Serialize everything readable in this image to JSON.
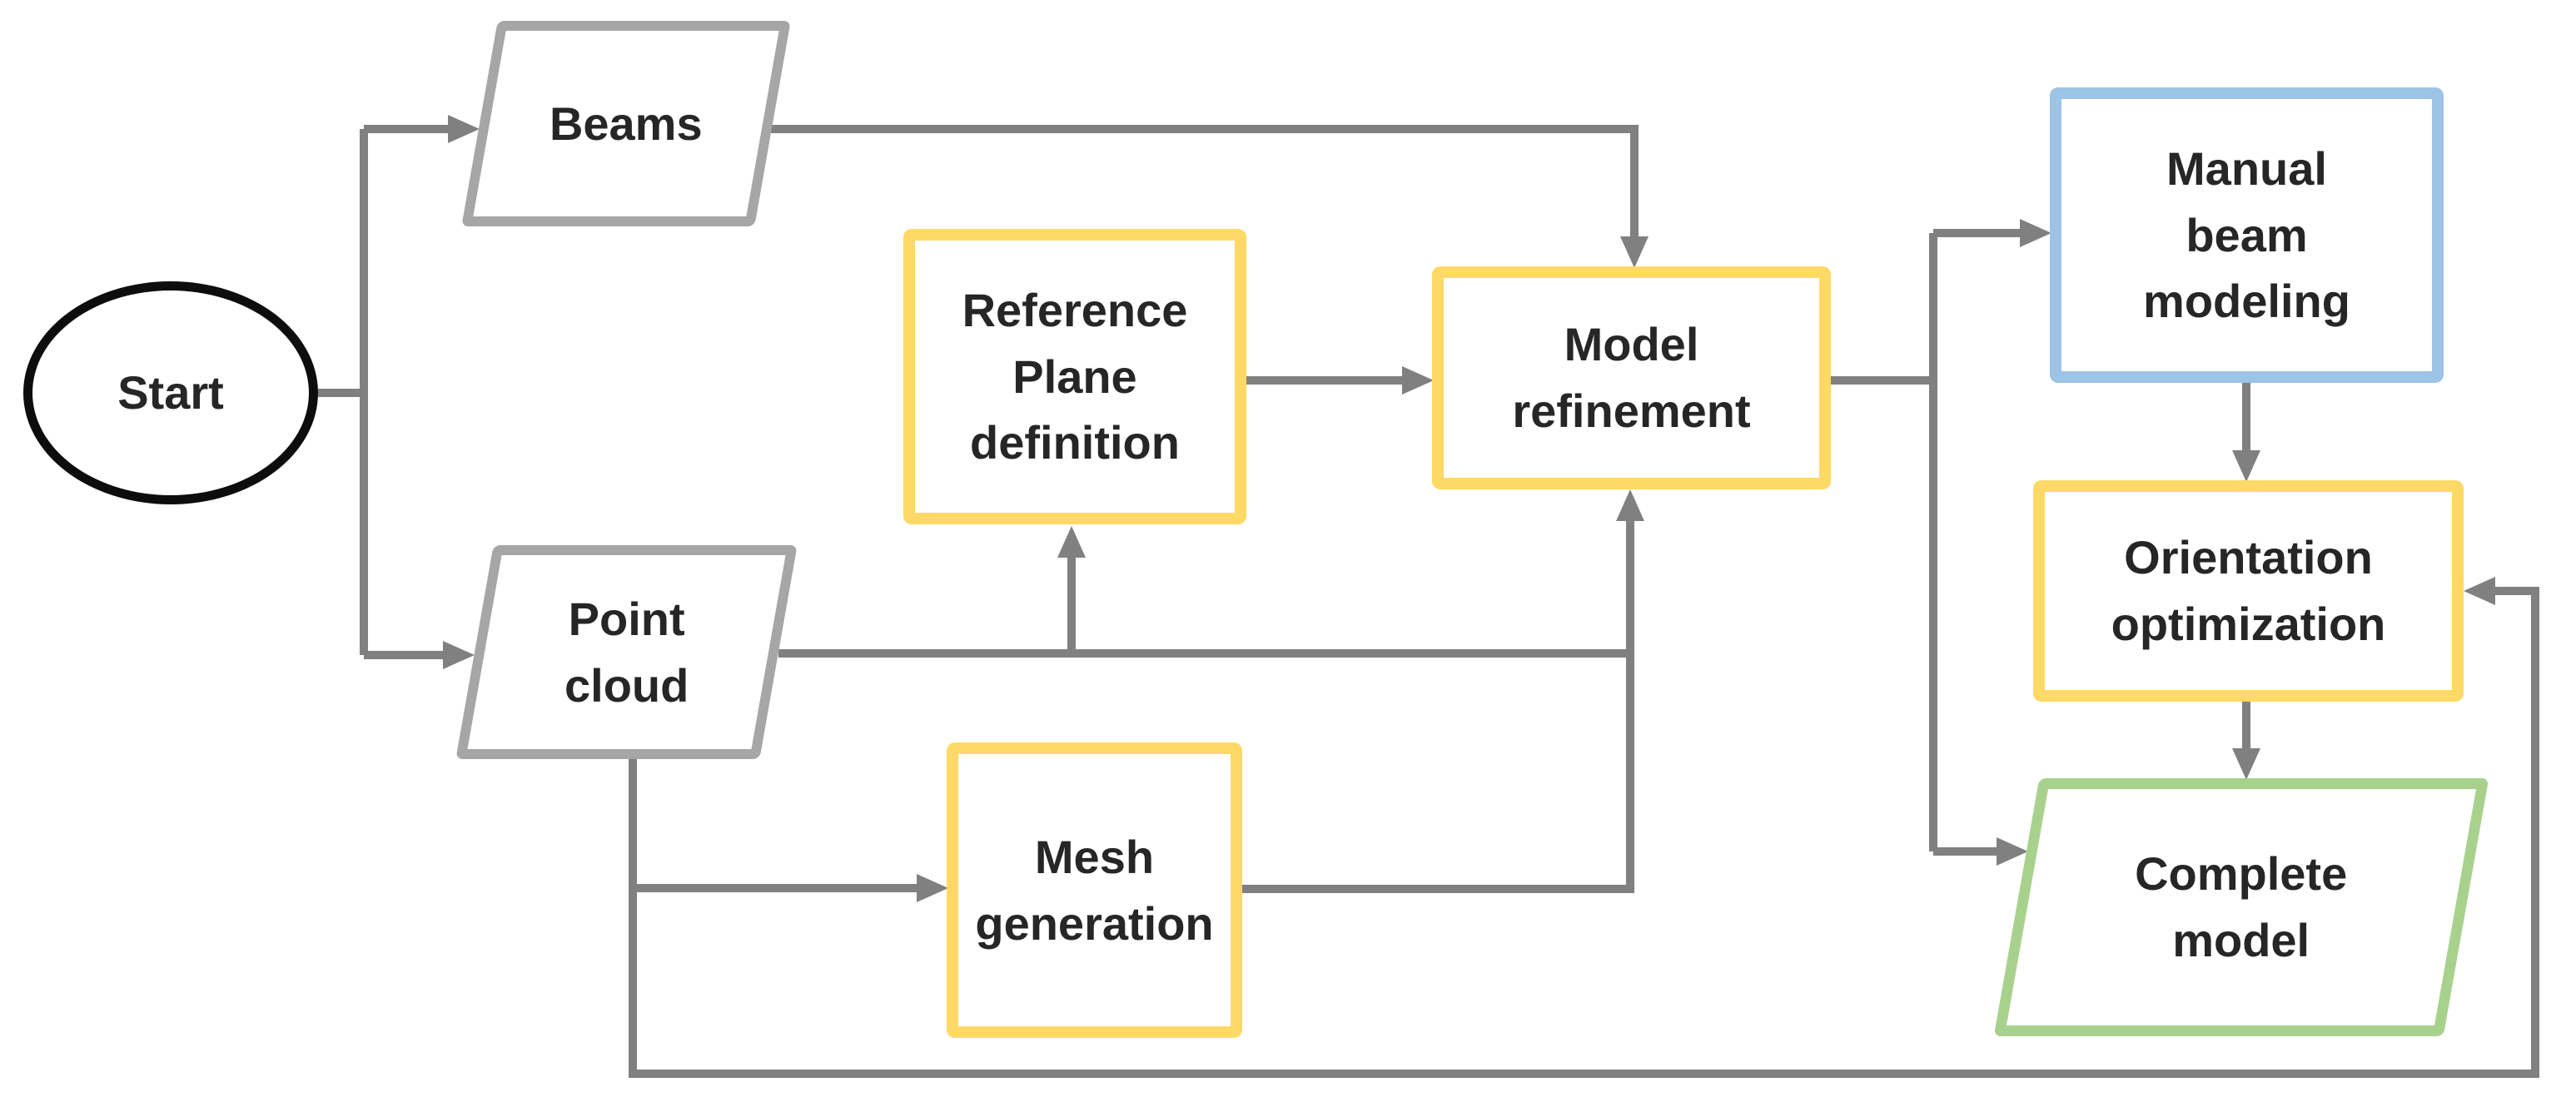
{
  "diagram": {
    "type": "flowchart",
    "background": "#ffffff"
  },
  "colors": {
    "connector": "#808080",
    "io_border": "#a6a6a6",
    "process_border": "#ffd966",
    "manual_border": "#9dc3e6",
    "output_border": "#a9d18e",
    "start_border": "#0d0d0d",
    "text": "#262626",
    "background": "#ffffff"
  },
  "nodes": {
    "start": {
      "label": "Start",
      "shape": "ellipse",
      "role": "terminator"
    },
    "beams": {
      "label": "Beams",
      "shape": "parallelogram",
      "role": "input"
    },
    "point_cloud": {
      "label": "Point\ncloud",
      "shape": "parallelogram",
      "role": "input"
    },
    "reference_plane": {
      "label": "Reference\nPlane\ndefinition",
      "shape": "rectangle",
      "role": "process"
    },
    "model_refinement": {
      "label": "Model\nrefinement",
      "shape": "rectangle",
      "role": "process"
    },
    "mesh_generation": {
      "label": "Mesh\ngeneration",
      "shape": "rectangle",
      "role": "process"
    },
    "manual_beam": {
      "label": "Manual\nbeam\nmodeling",
      "shape": "rectangle",
      "role": "manual-process"
    },
    "orientation_opt": {
      "label": "Orientation\noptimization",
      "shape": "rectangle",
      "role": "process"
    },
    "complete_model": {
      "label": "Complete\nmodel",
      "shape": "parallelogram",
      "role": "output"
    }
  },
  "edges": [
    {
      "from": "Start",
      "to": "Beams"
    },
    {
      "from": "Start",
      "to": "Point cloud"
    },
    {
      "from": "Beams",
      "to": "Model refinement"
    },
    {
      "from": "Point cloud",
      "to": "Reference Plane definition"
    },
    {
      "from": "Point cloud",
      "to": "Model refinement"
    },
    {
      "from": "Point cloud",
      "to": "Mesh generation"
    },
    {
      "from": "Point cloud",
      "to": "Orientation optimization"
    },
    {
      "from": "Reference Plane definition",
      "to": "Model refinement"
    },
    {
      "from": "Mesh generation",
      "to": "Model refinement"
    },
    {
      "from": "Model refinement",
      "to": "Manual beam modeling"
    },
    {
      "from": "Model refinement",
      "to": "Complete model"
    },
    {
      "from": "Manual beam modeling",
      "to": "Orientation optimization"
    },
    {
      "from": "Orientation optimization",
      "to": "Complete model"
    }
  ]
}
